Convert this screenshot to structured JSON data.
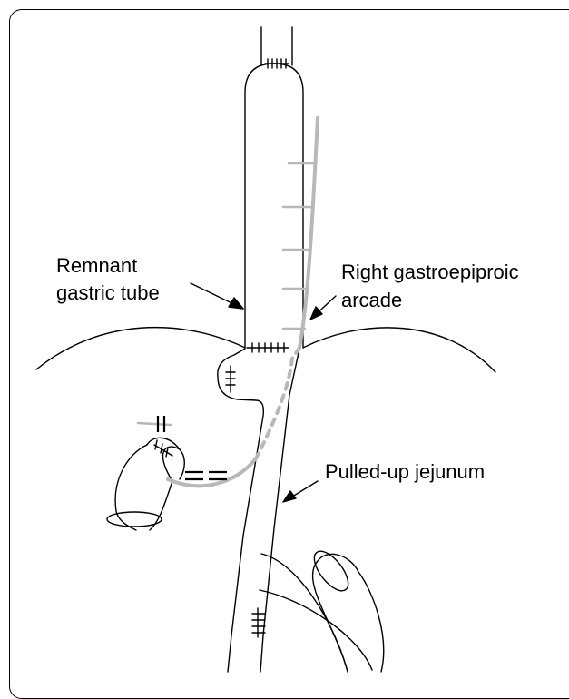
{
  "labels": {
    "remnant_line1": "Remnant",
    "remnant_line2": "gastric tube",
    "arcade_line1": "Right gastroepiproic",
    "arcade_line2": "arcade",
    "jejunum": "Pulled-up jejunum"
  },
  "colors": {
    "outline": "#000000",
    "vessel": "#b8b8b8",
    "background": "#ffffff"
  }
}
